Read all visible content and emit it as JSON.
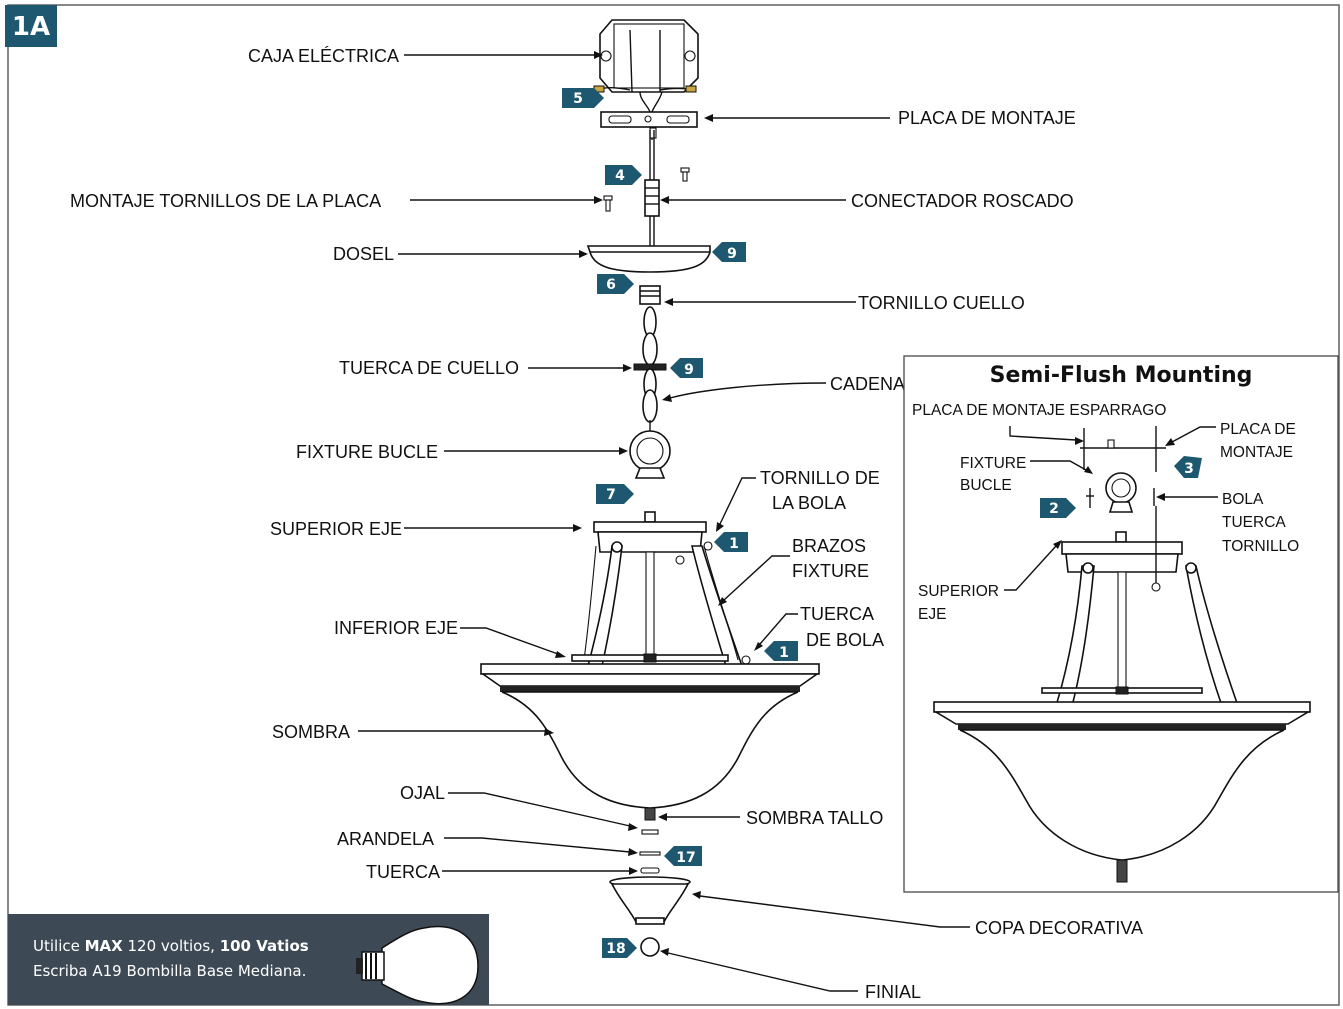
{
  "figure_id": "1A",
  "labels": {
    "caja": "CAJA ELÉCTRICA",
    "placa": "PLACA DE MONTAJE",
    "tornillos_placa": "MONTAJE TORNILLOS DE LA PLACA",
    "conectador": "CONECTADOR ROSCADO",
    "dosel": "DOSEL",
    "tornillo_cuello": "TORNILLO CUELLO",
    "tuerca_cuello": "TUERCA DE CUELLO",
    "cadena": "CADENA",
    "fixture_bucle": "FIXTURE BUCLE",
    "tornillo_bola_1": "TORNILLO DE",
    "tornillo_bola_2": "LA BOLA",
    "superior_eje": "SUPERIOR EJE",
    "brazos_1": "BRAZOS",
    "brazos_2": "FIXTURE",
    "tuerca_bola_1": "TUERCA",
    "tuerca_bola_2": "DE BOLA",
    "inferior_eje": "INFERIOR EJE",
    "sombra": "SOMBRA",
    "ojal": "OJAL",
    "sombra_tallo": "SOMBRA TALLO",
    "arandela": "ARANDELA",
    "tuerca": "TUERCA",
    "copa": "COPA DECORATIVA",
    "finial": "FINIAL"
  },
  "step_tags": {
    "t5": "5",
    "t4": "4",
    "t9a": "9",
    "t6": "6",
    "t9b": "9",
    "t7": "7",
    "t1a": "1",
    "t1b": "1",
    "t17": "17",
    "t18": "18"
  },
  "inset": {
    "title": "Semi-Flush Mounting",
    "esparrago": "PLACA DE MONTAJE ESPARRAGO",
    "placa_1": "PLACA DE",
    "placa_2": "MONTAJE",
    "bucle_1": "FIXTURE",
    "bucle_2": "BUCLE",
    "bola_1": "BOLA",
    "bola_2": "TUERCA",
    "bola_3": "TORNILLO",
    "superior_1": "SUPERIOR",
    "superior_2": "EJE",
    "tag_3": "3",
    "tag_2": "2"
  },
  "note": {
    "line1_a": "Utilice ",
    "line1_b": "MAX",
    "line1_c": " 120 voltios, ",
    "line1_d": "100 Vatios",
    "line2": "Escriba A19 Bombilla Base Mediana."
  },
  "colors": {
    "tag": "#1d5870",
    "note_bg": "#3d4a55"
  }
}
